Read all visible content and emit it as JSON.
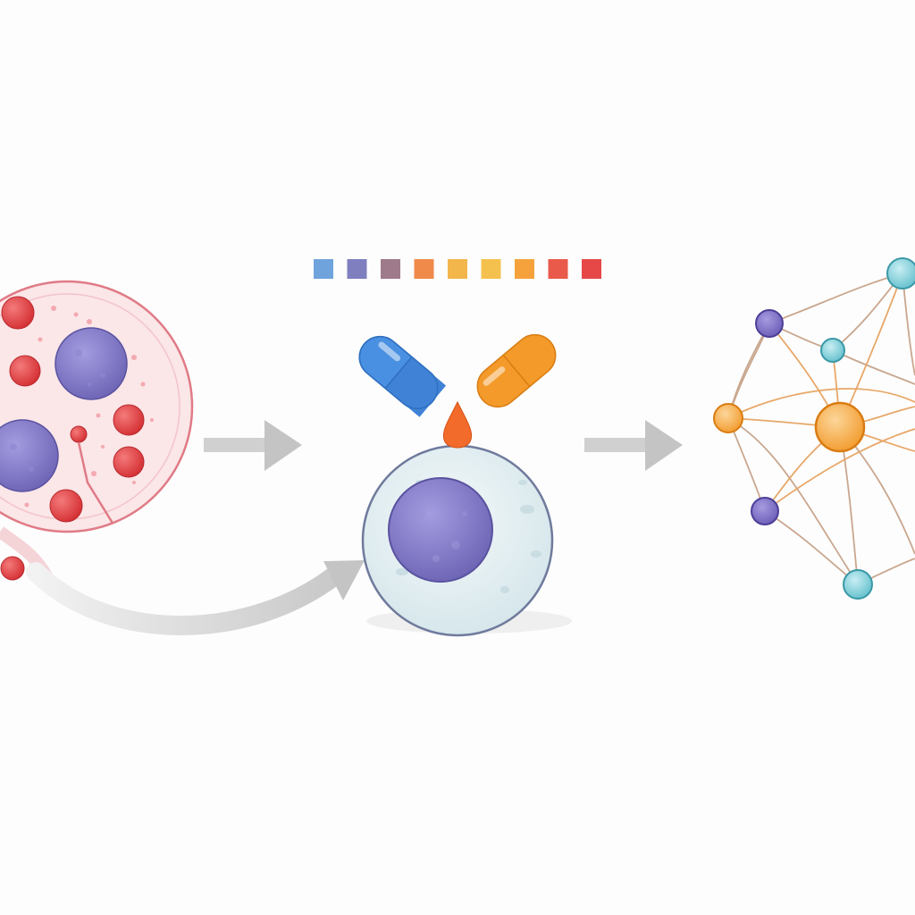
{
  "diagram": {
    "stages": [
      {
        "name": "tissue-cross-section",
        "icon": "tissue-section-icon"
      },
      {
        "name": "drug-treated-cell",
        "icon": "cell-with-capsules-icon"
      },
      {
        "name": "interaction-network",
        "icon": "network-graph-icon"
      }
    ],
    "color_legend": [
      "#6fa3dc",
      "#7f7fc0",
      "#9e7a8a",
      "#ef8a4a",
      "#f3b64b",
      "#f5c14e",
      "#f5a23c",
      "#ea5a4a",
      "#e64848"
    ],
    "palette": {
      "tissue_fill": "#fbe3e6",
      "tissue_outline": "#e07b86",
      "red_cell": "#e03a3a",
      "nucleus": "#7a72c0",
      "cell_body": "#e6f0f2",
      "capsule_blue": "#4a90e2",
      "capsule_orange": "#f39a2a",
      "droplet": "#f26b2a",
      "arrow": "#bdbdbd",
      "node_purple": "#7a6cc4",
      "node_teal": "#5fc2d0",
      "node_orange": "#f3a63a",
      "edge": "#c9a78f"
    }
  }
}
